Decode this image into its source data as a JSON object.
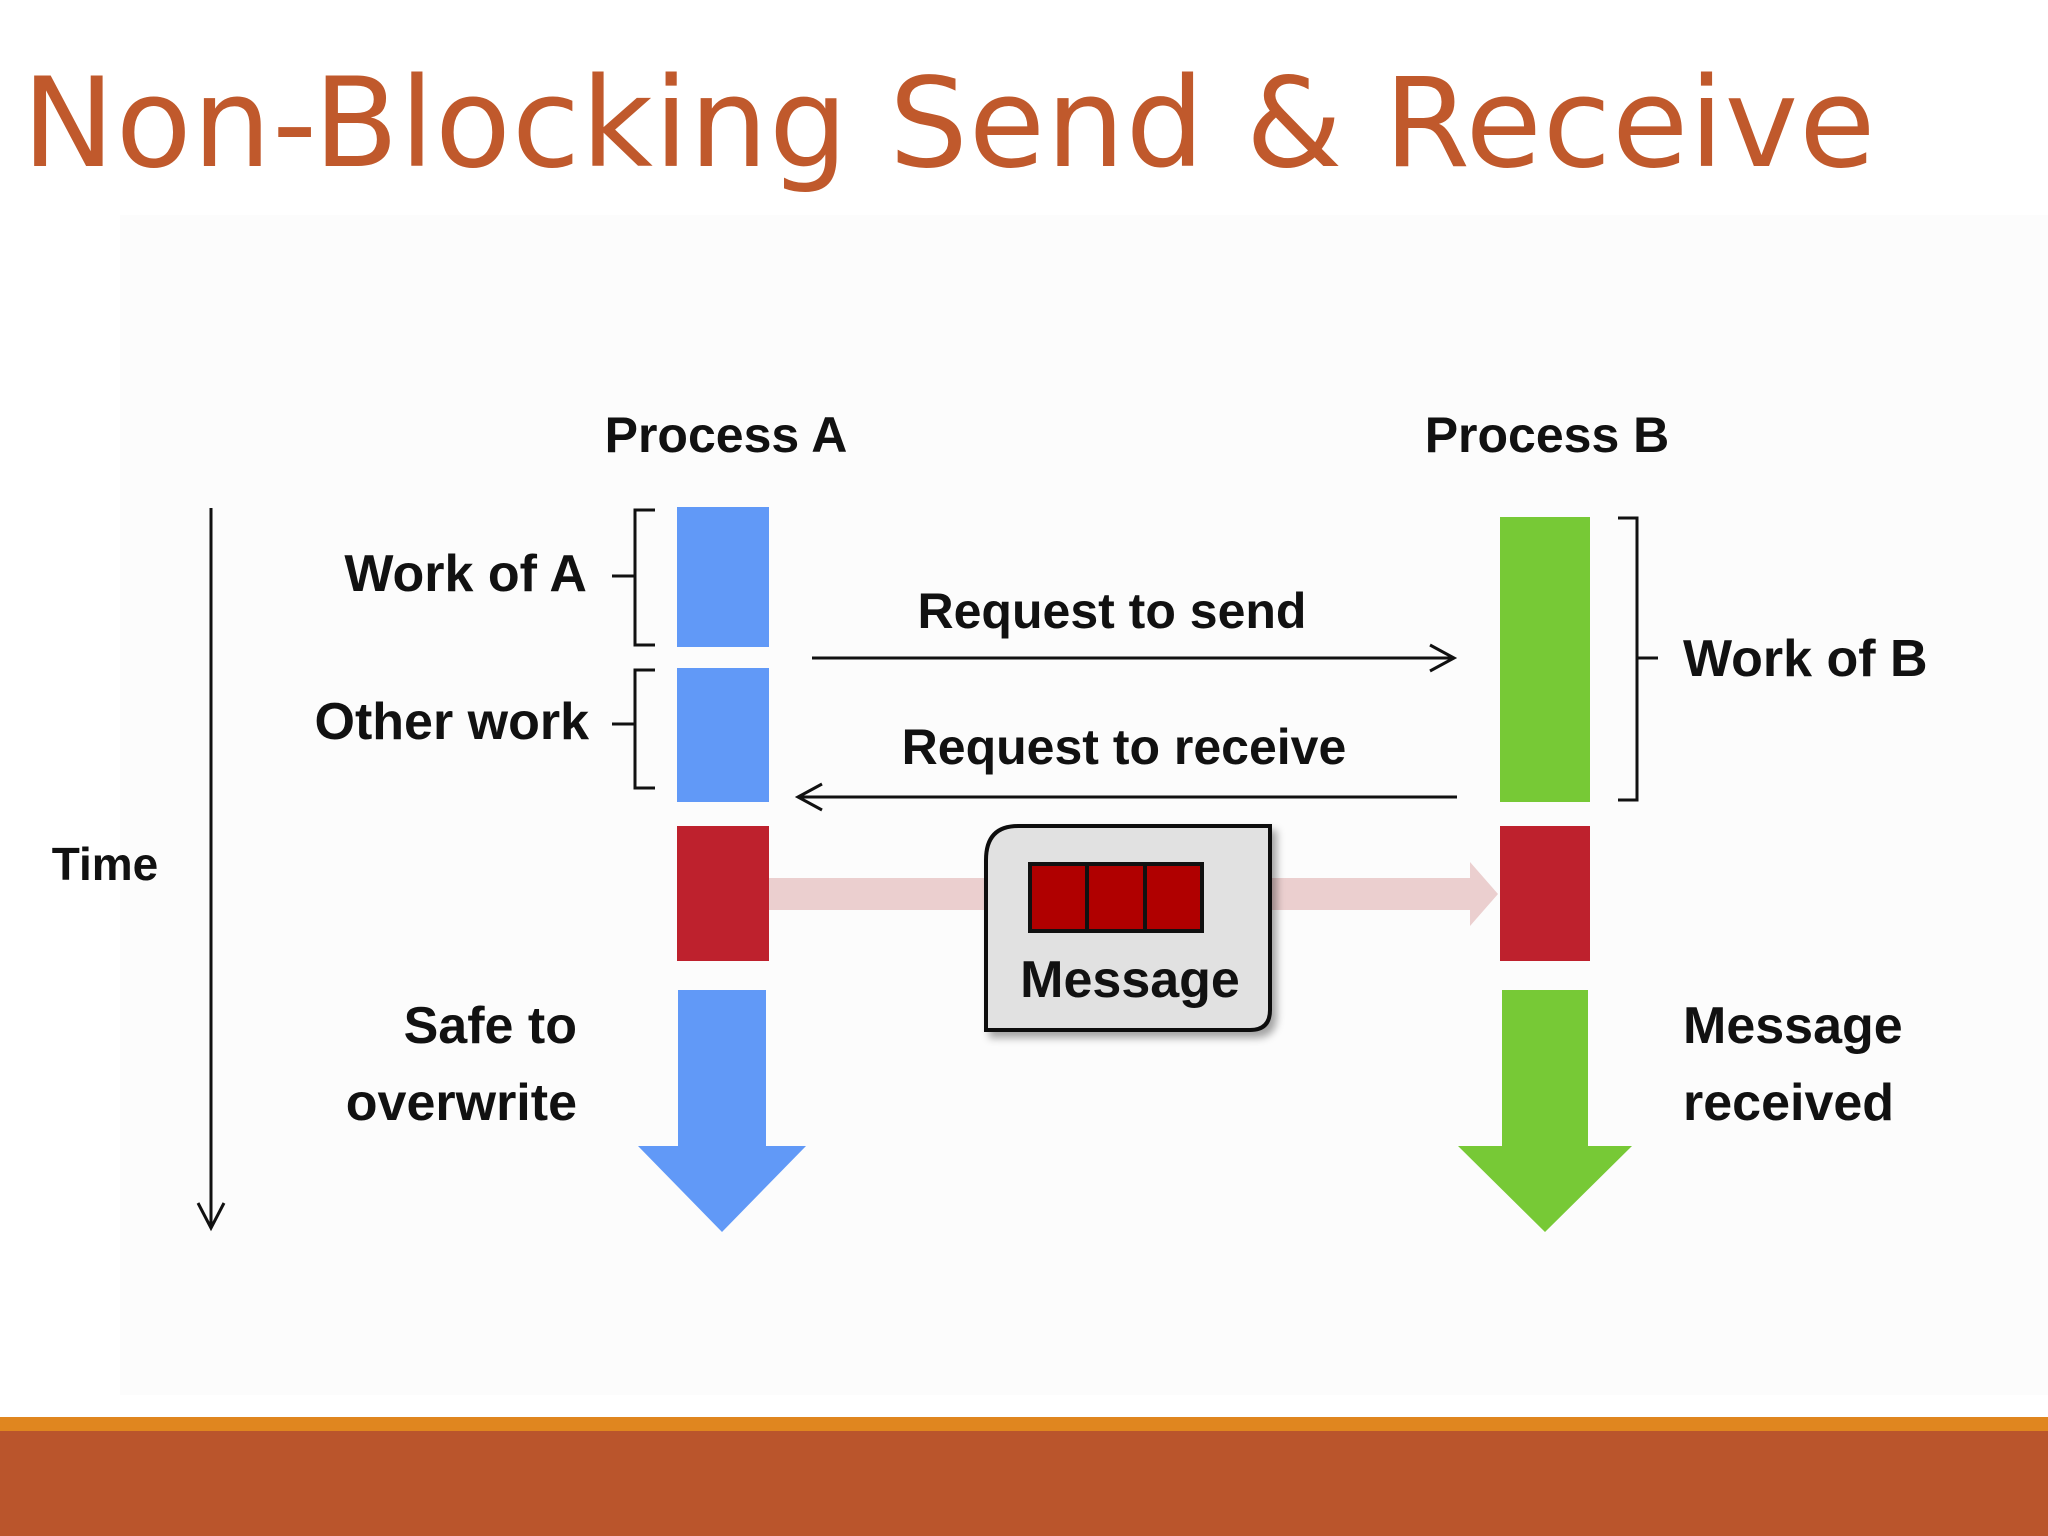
{
  "slide": {
    "title": "Non-Blocking Send & Receive"
  },
  "diagram": {
    "process_a_label": "Process A",
    "process_b_label": "Process B",
    "time_label": "Time",
    "work_of_a_label": "Work of A",
    "other_work_label": "Other work",
    "work_of_b_label": "Work of B",
    "request_to_send_label": "Request to send",
    "request_to_receive_label": "Request to receive",
    "message_label": "Message",
    "safe_to_overwrite_line1": "Safe to",
    "safe_to_overwrite_line2": "overwrite",
    "message_received_line1": "Message",
    "message_received_line2": "received"
  },
  "colors": {
    "title": "#c0592c",
    "footer_bar": "#ba552c",
    "footer_accent": "#e0861f",
    "process_a_blue": "#6199f7",
    "process_b_green": "#77c936",
    "message_red": "#be212d",
    "transfer_arrow_pink": "#ebcfcf",
    "message_box_fill": "#e1e1e1"
  }
}
